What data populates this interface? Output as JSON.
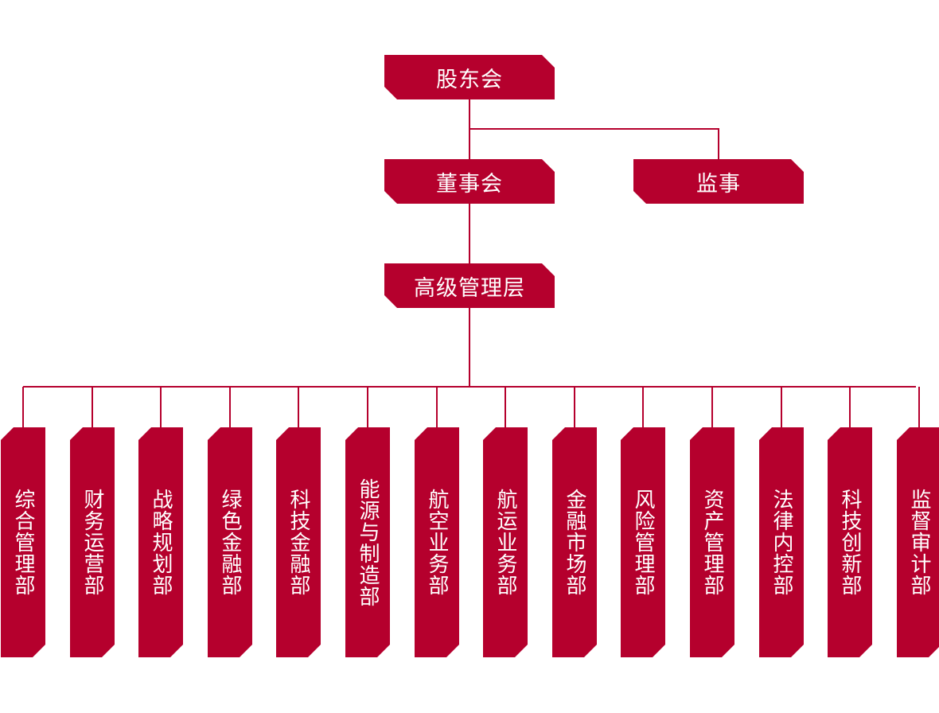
{
  "colors": {
    "node": "#b5002d",
    "line": "#b5002d",
    "text": "#ffffff"
  },
  "top": {
    "shareholders": "股东会",
    "board": "董事会",
    "supervisor": "监事",
    "management": "高级管理层"
  },
  "departments": [
    "综合管理部",
    "财务运营部",
    "战略规划部",
    "绿色金融部",
    "科技金融部",
    "能源与制造部",
    "航空业务部",
    "航运业务部",
    "金融市场部",
    "风险管理部",
    "资产管理部",
    "法律内控部",
    "科技创新部",
    "监督审计部"
  ]
}
